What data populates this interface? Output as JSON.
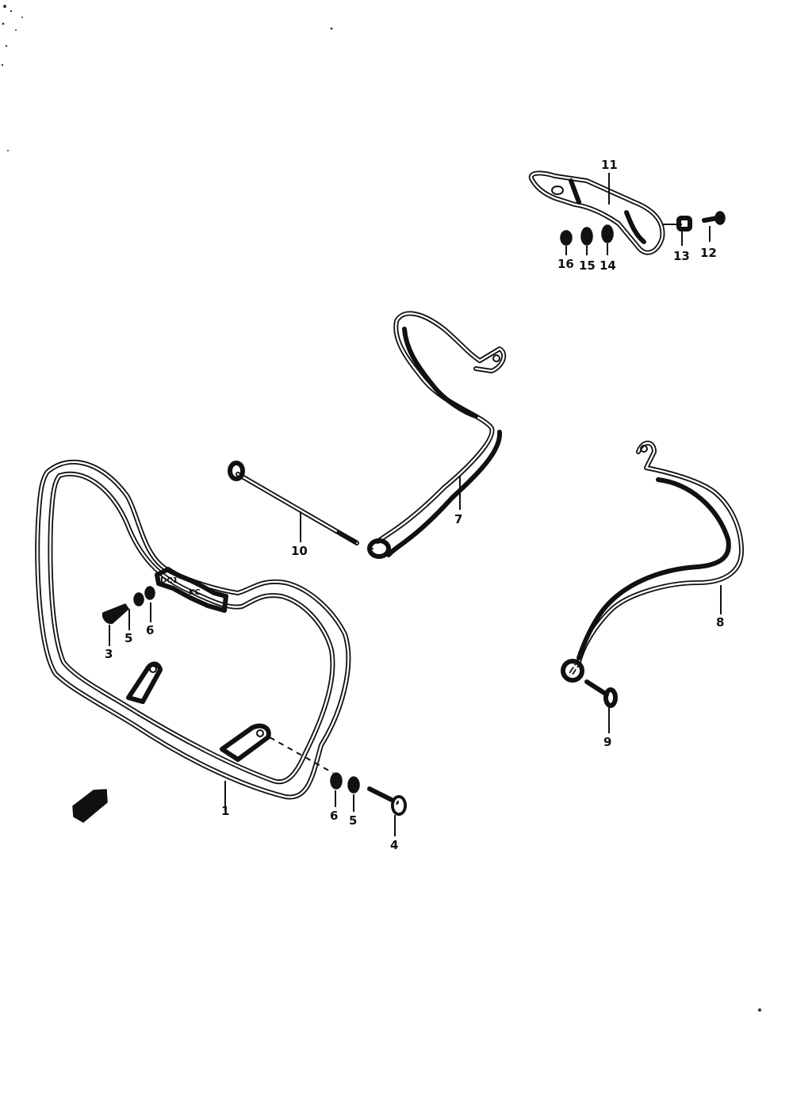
{
  "callouts": {
    "c1": "1",
    "c3": "3",
    "c5a": "5",
    "c6a": "6",
    "c6b": "6",
    "c5b": "5",
    "c4": "4",
    "c7": "7",
    "c8": "8",
    "c9": "9",
    "c10": "10",
    "c11": "11",
    "c12": "12",
    "c13": "13",
    "c14": "14",
    "c15": "15",
    "c16": "16"
  },
  "stroke_color": "#111111",
  "background_color": "#ffffff",
  "icons": {
    "front_indicator": "front-direction-arrow-icon"
  }
}
